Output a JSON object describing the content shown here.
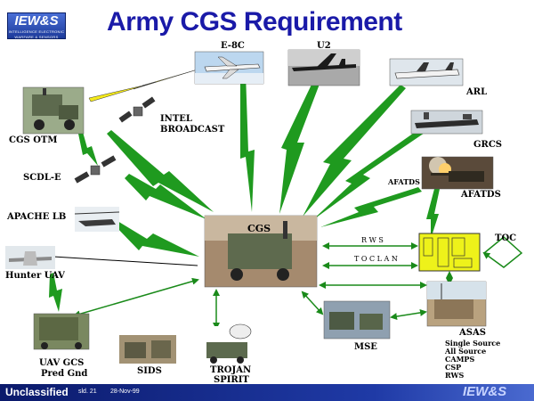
{
  "header": {
    "logo_text": "IEW&S",
    "logo_subtext": "INTELLIGENCE ELECTRONIC WARFARE & SENSORS",
    "title": "Army CGS Requirement"
  },
  "nodes": {
    "center": "CGS",
    "e8c": "E-8C",
    "u2": "U2",
    "arl": "ARL",
    "grcs": "GRCS",
    "afatds_small": "AFATDS",
    "afatds": "AFATDS",
    "toc": "TOC",
    "cgs_otm": "CGS OTM",
    "intel_broadcast_1": "INTEL",
    "intel_broadcast_2": "BROADCAST",
    "scdl_e": "SCDL-E",
    "apache_lb": "APACHE LB",
    "hunter_uav": "Hunter UAV",
    "uav_gcs_1": "UAV GCS",
    "uav_gcs_2": "Pred Gnd",
    "sids": "SIDS",
    "trojan_1": "TROJAN",
    "trojan_2": "SPIRIT",
    "mse": "MSE",
    "asas": "ASAS",
    "asas_list": [
      "Single Source",
      "All Source",
      "CAMPS",
      "CSP",
      "RWS"
    ]
  },
  "links": {
    "rws": "R W S",
    "toc_lan": "T O C  L A N"
  },
  "footer": {
    "classification": "Unclassified",
    "slide": "sld. 21",
    "date": "28-Nov-99",
    "brand": "IEW&S"
  },
  "colors": {
    "title": "#1a1aa8",
    "bolt_green": "#1f9a1f",
    "bolt_yellow": "#f5ea1a",
    "arrow_green": "#1a8a1a",
    "toc_yellow": "#eef21a",
    "footer_bg": "#0b1a6b"
  }
}
